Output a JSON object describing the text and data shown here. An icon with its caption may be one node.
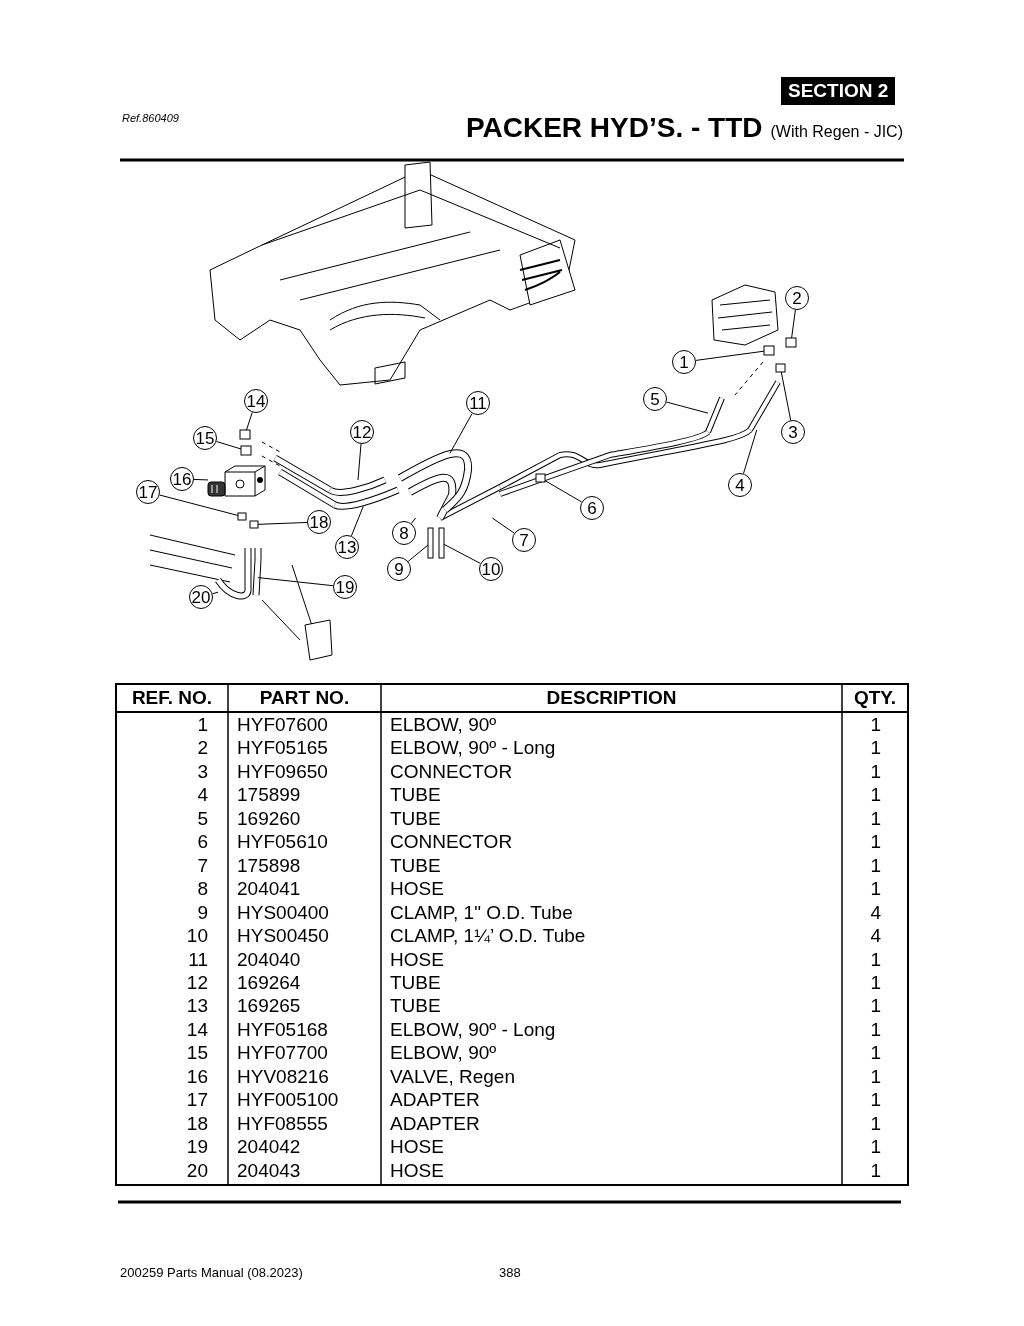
{
  "diagram": {
    "title": "PACKER HYD’S. - TTD",
    "nodes": [
      {
        "text": [
          "1"
        ]
      },
      {
        "text": [
          "2"
        ]
      },
      {
        "text": [
          "3"
        ]
      },
      {
        "text": [
          "4"
        ]
      },
      {
        "text": [
          "5"
        ]
      },
      {
        "text": [
          "6"
        ]
      },
      {
        "text": [
          "7"
        ]
      },
      {
        "text": [
          "8"
        ]
      },
      {
        "text": [
          "9"
        ]
      },
      {
        "text": [
          "10"
        ]
      },
      {
        "text": [
          "11"
        ]
      },
      {
        "text": [
          "12"
        ]
      },
      {
        "text": [
          "13"
        ]
      },
      {
        "text": [
          "14"
        ]
      },
      {
        "text": [
          "15"
        ]
      },
      {
        "text": [
          "16"
        ]
      },
      {
        "text": [
          "17"
        ]
      },
      {
        "text": [
          "18"
        ]
      },
      {
        "text": [
          "19"
        ]
      },
      {
        "text": [
          "20"
        ]
      },
      {
        "text": [],
        "shape": "box"
      },
      {
        "text": [],
        "shape": "box"
      },
      {
        "text": [],
        "shape": "box"
      },
      {
        "text": [],
        "shape": "picture"
      },
      {
        "text": [],
        "shape": "picture"
      },
      {
        "text": [],
        "shape": "box"
      },
      {
        "text": [],
        "shape": "picture"
      },
      {
        "text": [],
        "shape": "picture"
      },
      {
        "text": [],
        "shape": "box"
      },
      {
        "text": [],
        "shape": "box"
      },
      {
        "text": [],
        "shape": "picture"
      },
      {
        "text": [],
        "shape": "picture"
      },
      {
        "text": [],
        "shape": "picture"
      },
      {
        "text": [],
        "shape": "box"
      },
      {
        "text": [],
        "shape": "box"
      },
      {
        "text": [],
        "shape": "picture"
      },
      {
        "text": [],
        "shape": "box"
      },
      {
        "text": [],
        "shape": "box"
      },
      {
        "text": [],
        "shape": "picture"
      },
      {
        "text": [],
        "shape": "picture"
      }
    ],
    "edges": [
      {
        "from": 0,
        "to": 20,
        "arrow": "none"
      },
      {
        "from": 1,
        "to": 21,
        "arrow": "none"
      },
      {
        "from": 2,
        "to": 22,
        "arrow": "none"
      },
      {
        "from": 3,
        "to": 23,
        "arrow": "none"
      },
      {
        "from": 4,
        "to": 24,
        "arrow": "none"
      },
      {
        "from": 5,
        "to": 25,
        "arrow": "none"
      },
      {
        "from": 6,
        "to": 26,
        "arrow": "none"
      },
      {
        "from": 7,
        "to": 27,
        "arrow": "none"
      },
      {
        "from": 8,
        "to": 28,
        "arrow": "none"
      },
      {
        "from": 9,
        "to": 29,
        "arrow": "none"
      },
      {
        "from": 10,
        "to": 30,
        "arrow": "none"
      },
      {
        "from": 11,
        "to": 31,
        "arrow": "none"
      },
      {
        "from": 12,
        "to": 32,
        "arrow": "none"
      },
      {
        "from": 13,
        "to": 33,
        "arrow": "none"
      },
      {
        "from": 14,
        "to": 34,
        "arrow": "none"
      },
      {
        "from": 15,
        "to": 35,
        "arrow": "none"
      },
      {
        "from": 16,
        "to": 36,
        "arrow": "none"
      },
      {
        "from": 17,
        "to": 37,
        "arrow": "none"
      },
      {
        "from": 18,
        "to": 38,
        "arrow": "none"
      },
      {
        "from": 19,
        "to": 39,
        "arrow": "none"
      }
    ],
    "labels": [
      "SECTION 2",
      "Ref.860409",
      "(With Regen - JIC)",
      "REF. NO.",
      "PART NO.",
      "DESCRIPTION",
      "QTY.",
      "1",
      "HYF07600",
      "ELBOW, 90º",
      "1",
      "2",
      "HYF05165",
      "ELBOW, 90º - Long",
      "1",
      "3",
      "HYF09650",
      "CONNECTOR",
      "1",
      "4",
      "175899",
      "TUBE",
      "1",
      "5",
      "169260",
      "TUBE",
      "1",
      "6",
      "HYF05610",
      "CONNECTOR",
      "1",
      "7",
      "175898",
      "TUBE",
      "1",
      "8",
      "204041",
      "HOSE",
      "1",
      "9",
      "HYS00400",
      "CLAMP, 1\" O.D. Tube",
      "4",
      "10",
      "HYS00450",
      "CLAMP, 1¼’ O.D. Tube",
      "4",
      "11",
      "204040",
      "HOSE",
      "1",
      "12",
      "169264",
      "TUBE",
      "1",
      "13",
      "169265",
      "TUBE",
      "1",
      "14",
      "HYF05168",
      "ELBOW, 90º - Long",
      "1",
      "15",
      "HYF07700",
      "ELBOW, 90º",
      "1",
      "16",
      "HYV08216",
      "VALVE, Regen",
      "1",
      "17",
      "HYF005100",
      "ADAPTER",
      "1",
      "18",
      "HYF08555",
      "ADAPTER",
      "1",
      "19",
      "204042",
      "HOSE",
      "1",
      "20",
      "204043",
      "HOSE",
      "1",
      "200259 Parts Manual (08.2023)",
      "388"
    ]
  }
}
